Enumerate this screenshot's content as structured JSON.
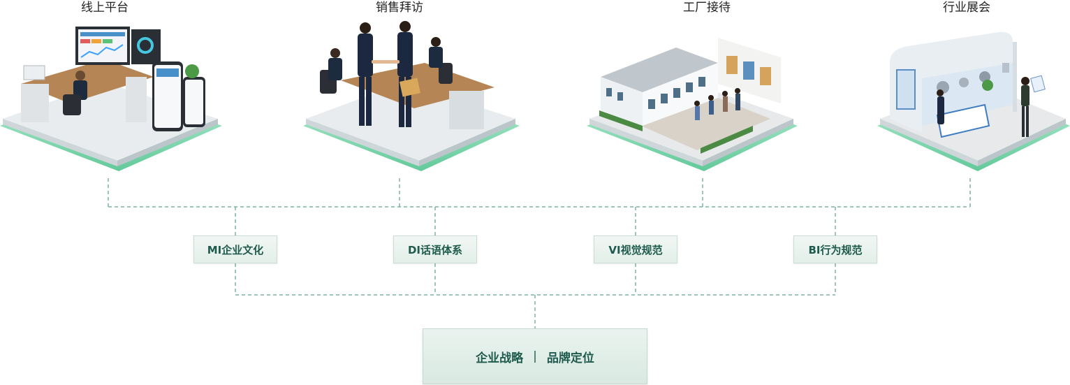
{
  "scenes": [
    {
      "label": "线上平台",
      "icon": "online-platform-office-illustration"
    },
    {
      "label": "销售拜访",
      "icon": "sales-visit-handshake-illustration"
    },
    {
      "label": "工厂接待",
      "icon": "factory-reception-illustration"
    },
    {
      "label": "行业展会",
      "icon": "industry-exhibition-booth-illustration"
    }
  ],
  "pillars": [
    {
      "label": "MI企业文化"
    },
    {
      "label": "DI话语体系"
    },
    {
      "label": "VI视觉规范"
    },
    {
      "label": "BI行为规范"
    }
  ],
  "foundation": {
    "left": "企业战略",
    "separator": "|",
    "right": "品牌定位"
  },
  "colors": {
    "accent": "#1e5b4c",
    "connector": "#7fb3a1",
    "platform_glow": "#7ed9b0",
    "box_fill": "#e8f2ee"
  }
}
